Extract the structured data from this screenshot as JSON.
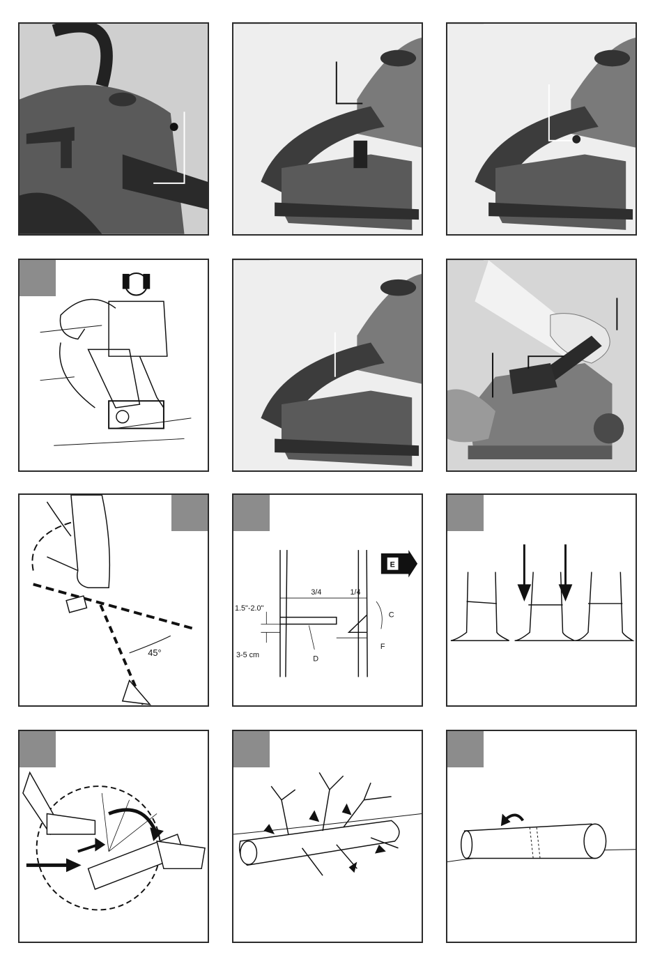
{
  "panel_7": {
    "angle_label": "45°"
  },
  "panel_8": {
    "arrow_label": "E",
    "frac_left": "3/4",
    "frac_right": "1/4",
    "dim_inch": "1.5\"-2.0\"",
    "dim_cm": "3-5 cm",
    "label_c": "C",
    "label_d": "D",
    "label_f": "F"
  },
  "colors": {
    "frame": "#2b2b2b",
    "badge": "#8c8c8c",
    "photo_bg": "#d9d9d9",
    "saw_body": "#6e6e6e"
  }
}
